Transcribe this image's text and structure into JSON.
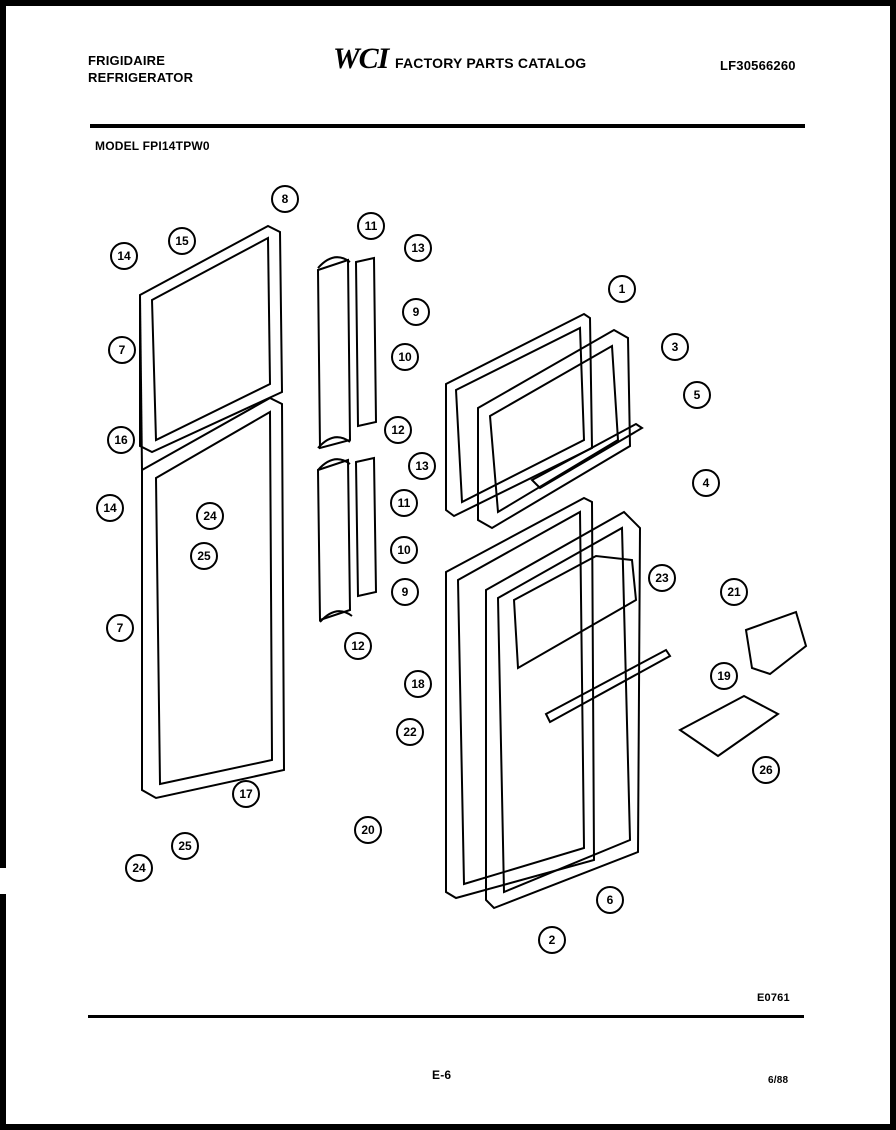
{
  "header": {
    "brand_line1": "FRIGIDAIRE",
    "brand_line2": "REFRIGERATOR",
    "logo": "WCI",
    "catalog_title": "FACTORY PARTS CATALOG",
    "part_number": "LF30566260"
  },
  "model": "MODEL FPI14TPW0",
  "diagram_code": "E0761",
  "page_number": "E-6",
  "date": "6/88",
  "callouts": [
    "1",
    "2",
    "3",
    "4",
    "5",
    "6",
    "7",
    "7",
    "8",
    "9",
    "9",
    "10",
    "10",
    "11",
    "11",
    "12",
    "12",
    "13",
    "13",
    "14",
    "14",
    "15",
    "16",
    "17",
    "18",
    "19",
    "20",
    "21",
    "22",
    "23",
    "24",
    "24",
    "25",
    "25",
    "26"
  ]
}
